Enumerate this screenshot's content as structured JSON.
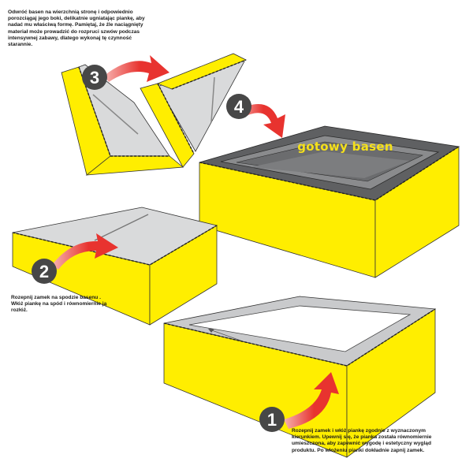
{
  "steps": [
    {
      "number": "1",
      "text": "Rozepnij zamek i włóż piankę zgodnie z wyznaczonym kierunkiem. Upewnij się, że pianka została równomiernie umieszczona, aby zapewnić wygodę i estetyczny wygląd produktu. Po włożeniu pianki dokładnie zapnij zamek."
    },
    {
      "number": "2",
      "text": "Rozepnij zamek na spodzie basenu . Włóż piankę na spód i równomiernie ją rozłóż."
    },
    {
      "number": "3",
      "text": "Odwróć basen na wierzchnią stronę i odpowiednio porozciągaj jego boki, delikatnie ugniatając piankę, aby nadać mu właściwą formę. Pamiętaj, że źle naciągnięty materiał może prowadzić do rozpruci szwów podczas intensywnej zabawy, dlatego wykonaj tę czynność starannie."
    },
    {
      "number": "4",
      "text": ""
    }
  ],
  "result_label": "gotowy basen",
  "colors": {
    "foam_yellow": "#ffee00",
    "cover_gray": "#d9dadb",
    "dark_gray": "#5f6062",
    "badge": "#474747",
    "arrow_red": "#e8332f",
    "label_yellow": "#f5e11a"
  }
}
